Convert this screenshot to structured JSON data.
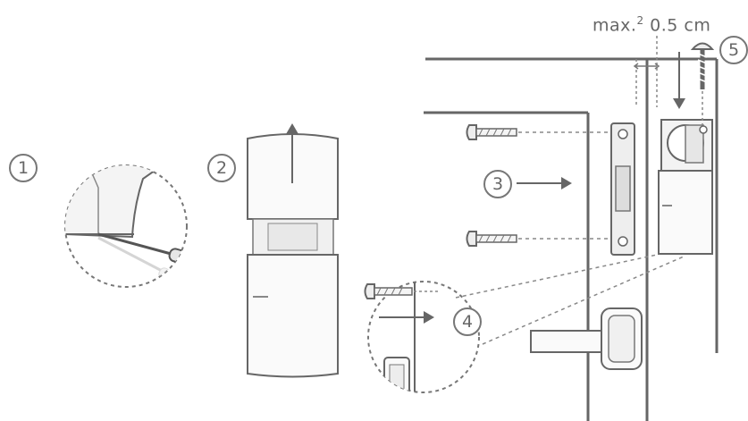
{
  "steps": [
    "1",
    "2",
    "3",
    "4",
    "5"
  ],
  "gap_label": {
    "prefix": "max.",
    "superscript": "2",
    "value": "0.5 cm"
  }
}
